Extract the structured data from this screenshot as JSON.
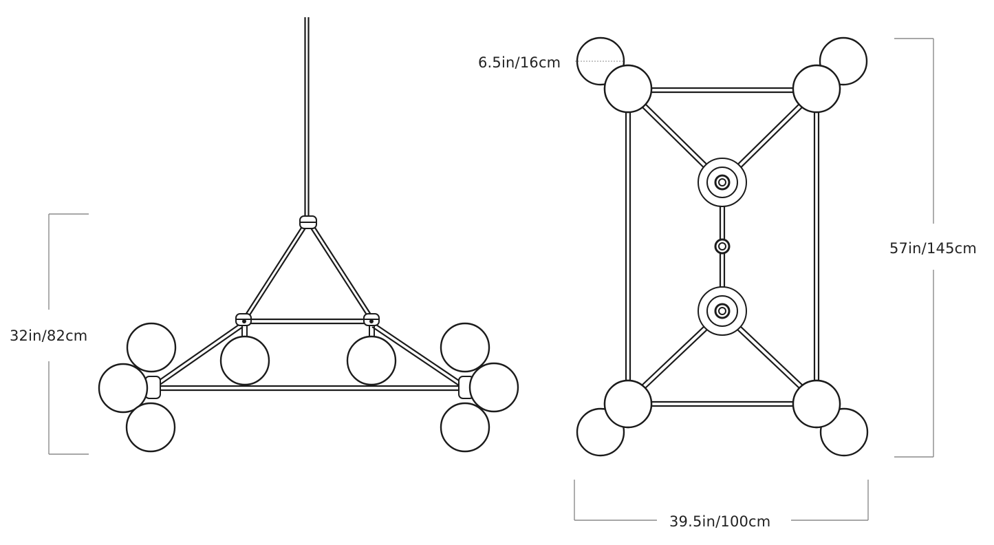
{
  "dimensions": {
    "side_height": "32in/82cm",
    "globe_diameter": "6.5in/16cm",
    "top_length": "57in/145cm",
    "top_width": "39.5in/100cm"
  },
  "colors": {
    "line": "#1b1b1b",
    "dimension_line": "#8a8a8a",
    "globe_fill": "#ffffff"
  }
}
